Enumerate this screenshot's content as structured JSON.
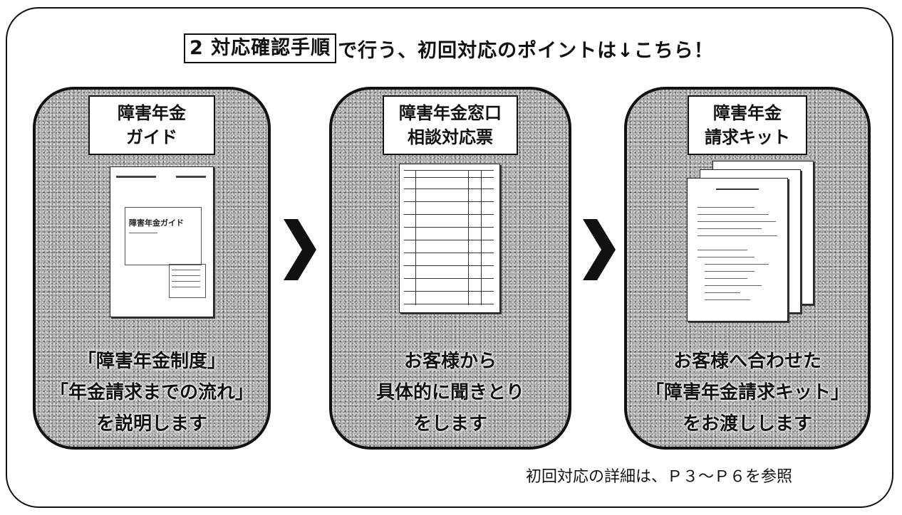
{
  "header": {
    "boxed_text": "2 対応確認手順",
    "rest_text": "で行う、初回対応のポイントは↓こちら！"
  },
  "panels": [
    {
      "title_lines": [
        "障害年金",
        "ガイド"
      ],
      "doc_text": "障害年金ガイド",
      "description_lines": [
        "「障害年金制度」",
        "「年金請求までの流れ」",
        "を説明します"
      ]
    },
    {
      "title_lines": [
        "障害年金窓口",
        "相談対応票"
      ],
      "description_lines": [
        "お客様から",
        "具体的に聞きとり",
        "をします"
      ]
    },
    {
      "title_lines": [
        "障害年金",
        "請求キット"
      ],
      "description_lines": [
        "お客様へ合わせた",
        "「障害年金請求キット」",
        "をお渡しします"
      ]
    }
  ],
  "footnote": "初回対応の詳細は、Ｐ３～Ｐ６を参照",
  "icons": [
    "chevron-right-icon",
    "chevron-right-icon"
  ],
  "colors": {
    "panel_bg": "#a9a9a9",
    "ink": "#111111",
    "paper": "#ffffff"
  }
}
